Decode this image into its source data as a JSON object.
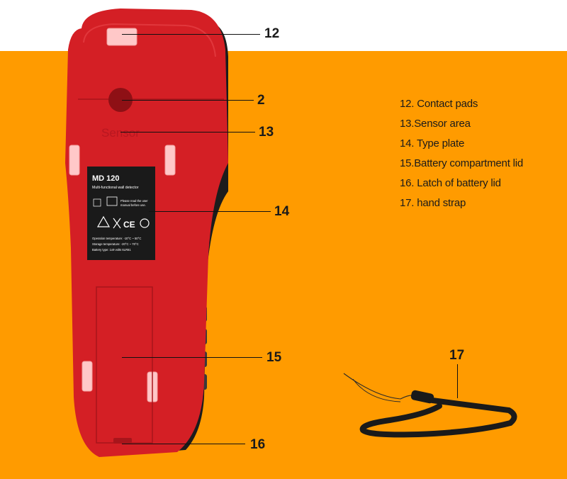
{
  "device": {
    "sensor_label": "Sensor",
    "plate": {
      "model": "MD 120",
      "subtitle": "Multi-functional wall detector",
      "manual_note_line1": "Please read the user",
      "manual_note_line2": "manual before use.",
      "op_temp": "Operation temperature:  -10°C ~ 50°C",
      "storage_temp": "Storage temperature:  -20°C ~ 70°C",
      "battery": "Battery type:   1x9 volts 6LR61"
    }
  },
  "callouts": [
    "12",
    "2",
    "13",
    "14",
    "15",
    "16",
    "17"
  ],
  "legend": [
    "12. Contact pads",
    "13.Sensor area",
    "14. Type plate",
    "15.Battery compartment lid",
    "16. Latch of battery lid",
    "17. hand strap"
  ],
  "colors": {
    "background_band": "#ff9b00",
    "device_red": "#d41f25",
    "device_dark": "#1c1c1c",
    "pad": "#ffc8c8"
  }
}
